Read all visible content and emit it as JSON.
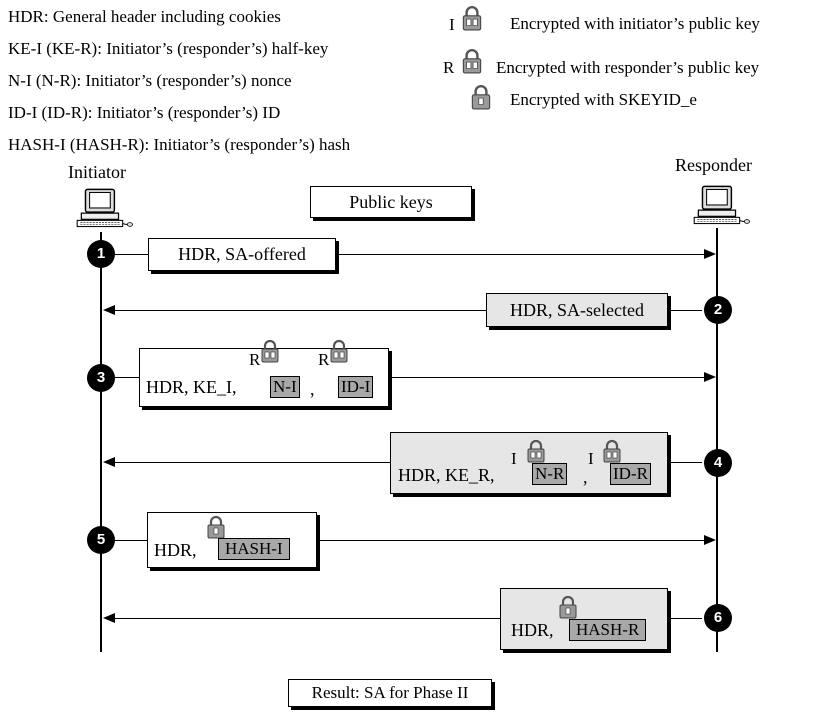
{
  "legend": {
    "lines": [
      "HDR: General header including cookies",
      "KE-I (KE-R): Initiator’s (responder’s) half-key",
      "N-I (N-R): Initiator’s (responder’s) nonce",
      "ID-I (ID-R): Initiator’s (responder’s) ID",
      "HASH-I (HASH-R): Initiator’s (responder’s) hash"
    ],
    "keys": [
      {
        "prefix": "I",
        "text": "Encrypted with initiator’s public key"
      },
      {
        "prefix": "R",
        "text": "Encrypted with responder’s public key"
      },
      {
        "prefix": "",
        "text": "Encrypted with SKEYID_e"
      }
    ]
  },
  "parties": {
    "initiator": "Initiator",
    "responder": "Responder"
  },
  "public_keys": "Public keys",
  "messages": {
    "m1": {
      "step": "1",
      "text": "HDR, SA-offered"
    },
    "m2": {
      "step": "2",
      "text": "HDR, SA-selected"
    },
    "m3": {
      "step": "3",
      "prefix": "HDR, KE_I,",
      "key1": "R",
      "enc1": "N-I",
      "sep": ",",
      "key2": "R",
      "enc2": "ID-I"
    },
    "m4": {
      "step": "4",
      "prefix": "HDR, KE_R,",
      "key1": "I",
      "enc1": "N-R",
      "sep": ",",
      "key2": "I",
      "enc2": "ID-R"
    },
    "m5": {
      "step": "5",
      "prefix": "HDR,",
      "enc1": "HASH-I"
    },
    "m6": {
      "step": "6",
      "prefix": "HDR,",
      "enc1": "HASH-R"
    }
  },
  "result": "Result: SA for Phase II",
  "colors": {
    "encrypted_fill": "#a8a8a8",
    "gray_box": "#e6e6e6",
    "step_circle": "#000000"
  }
}
